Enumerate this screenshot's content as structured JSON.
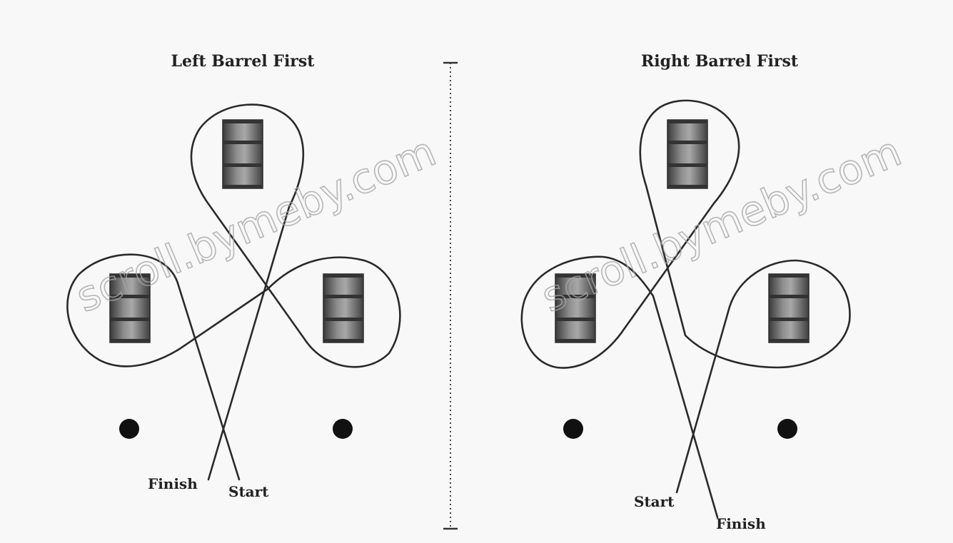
{
  "left_diagram": {
    "title": "Left Barrel First",
    "finish_label": "Finish",
    "start_label": "Start"
  },
  "right_diagram": {
    "title": "Right Barrel First",
    "start_label": "Start",
    "finish_label": "Finish"
  },
  "watermark": "scroll.bymeby.com",
  "icons": {
    "barrel": "barrel-icon",
    "marker": "marker-dot-icon"
  },
  "colors": {
    "background": "#f8f8f8",
    "path": "#2a2a2a",
    "barrel_light": "#9a9a9a",
    "barrel_dark": "#3a3a3a",
    "watermark": "#a6a6a6"
  }
}
